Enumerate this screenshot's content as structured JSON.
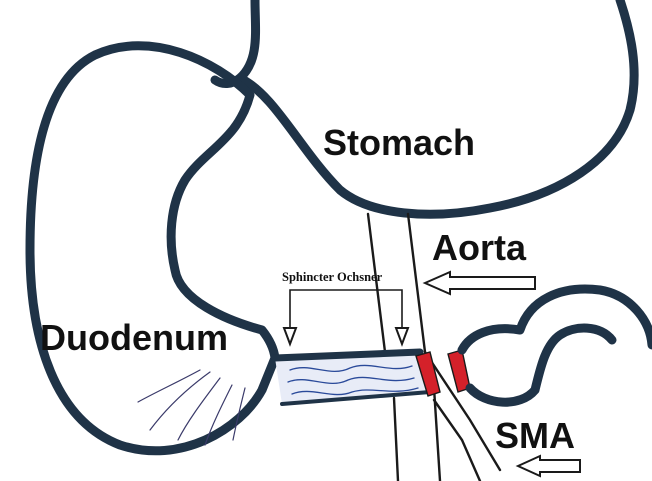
{
  "labels": {
    "stomach": "Stomach",
    "aorta": "Aorta",
    "duodenum": "Duodenum",
    "sma": "SMA",
    "sphincter": "Sphincter Ochsner"
  },
  "colors": {
    "outline": "#1f3347",
    "sphincter": "#d4212a",
    "tube_fill": "#e8ecf7"
  }
}
